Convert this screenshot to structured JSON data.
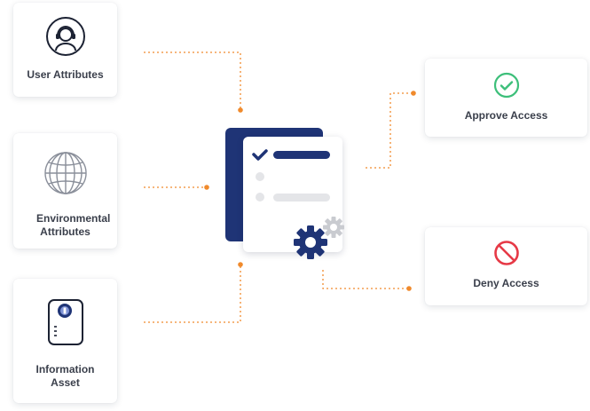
{
  "inputs": [
    {
      "label": "User Attributes",
      "icon": "user-headset-icon"
    },
    {
      "label": "Environmental Attributes",
      "icon": "globe-icon"
    },
    {
      "label": "Information Asset",
      "icon": "id-device-icon"
    }
  ],
  "center": {
    "icon": "policy-document-gear-icon"
  },
  "outputs": [
    {
      "label": "Approve Access",
      "icon": "check-circle-icon",
      "color": "#3dbf7a"
    },
    {
      "label": "Deny Access",
      "icon": "no-entry-icon",
      "color": "#e63946"
    }
  ],
  "colors": {
    "connector": "#f08a2c",
    "accent": "#1f3476",
    "text": "#3a3f4b"
  }
}
